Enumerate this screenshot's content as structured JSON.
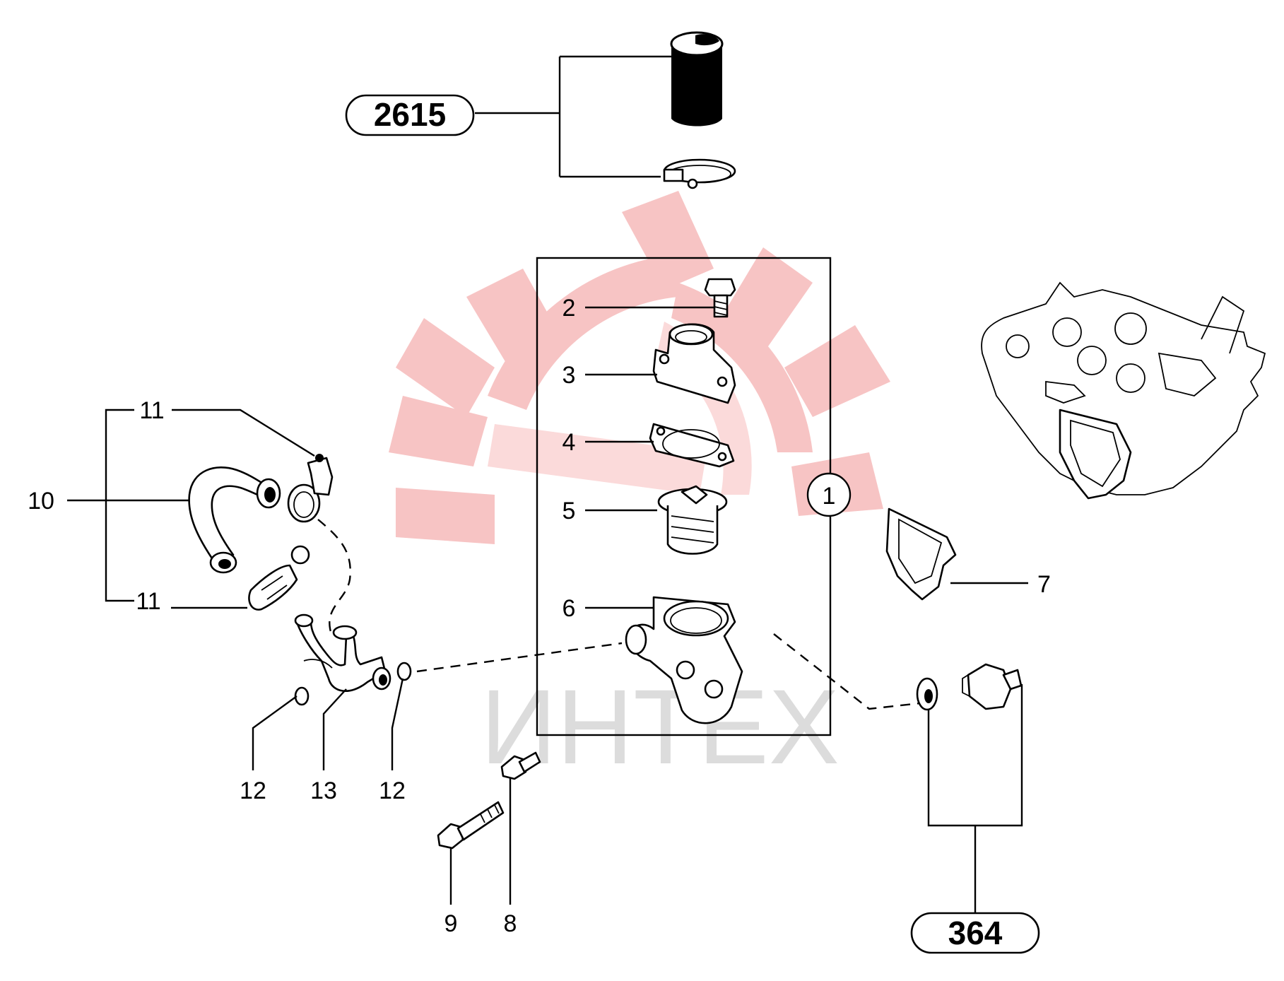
{
  "watermark": {
    "text": "ИНТЕХ",
    "logo_color": "#f5b5b5",
    "text_color": "#dcdcdc"
  },
  "refs": {
    "top": "2615",
    "bottom": "364"
  },
  "callouts": {
    "c1": "1",
    "c2": "2",
    "c3": "3",
    "c4": "4",
    "c5": "5",
    "c6": "6",
    "c7": "7",
    "c8": "8",
    "c9": "9",
    "c10": "10",
    "c11a": "11",
    "c11b": "11",
    "c12a": "12",
    "c12b": "12",
    "c13": "13"
  }
}
